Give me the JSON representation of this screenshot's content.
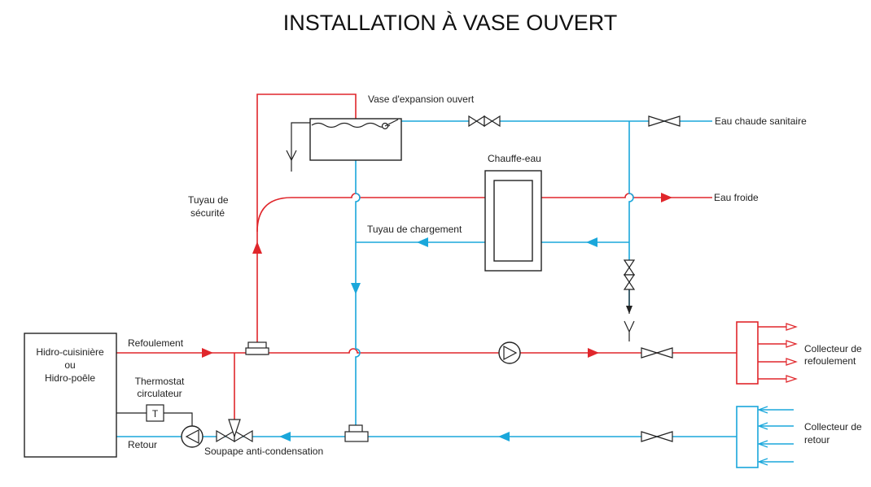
{
  "title": "INSTALLATION À VASE OUVERT",
  "labels": {
    "vase": "Vase d'expansion ouvert",
    "eau_chaude": "Eau chaude sanitaire",
    "chauffe_eau": "Chauffe-eau",
    "tuyau_securite_1": "Tuyau de",
    "tuyau_securite_2": "sécurité",
    "eau_froide": "Eau froide",
    "tuyau_chargement": "Tuyau de chargement",
    "refoulement": "Refoulement",
    "boiler_1": "Hidro-cuisinière",
    "boiler_2": "ou",
    "boiler_3": "Hidro-poêle",
    "thermostat_1": "Thermostat",
    "thermostat_2": "circulateur",
    "thermostat_symbol": "T",
    "retour": "Retour",
    "soupape": "Soupape anti-condensation",
    "collecteur_ref_1": "Collecteur de",
    "collecteur_ref_2": "refoulement",
    "collecteur_ret_1": "Collecteur de",
    "collecteur_ret_2": "retour"
  },
  "colors": {
    "supply": "#e0262b",
    "return": "#1aa7db",
    "equipment": "#222222"
  }
}
